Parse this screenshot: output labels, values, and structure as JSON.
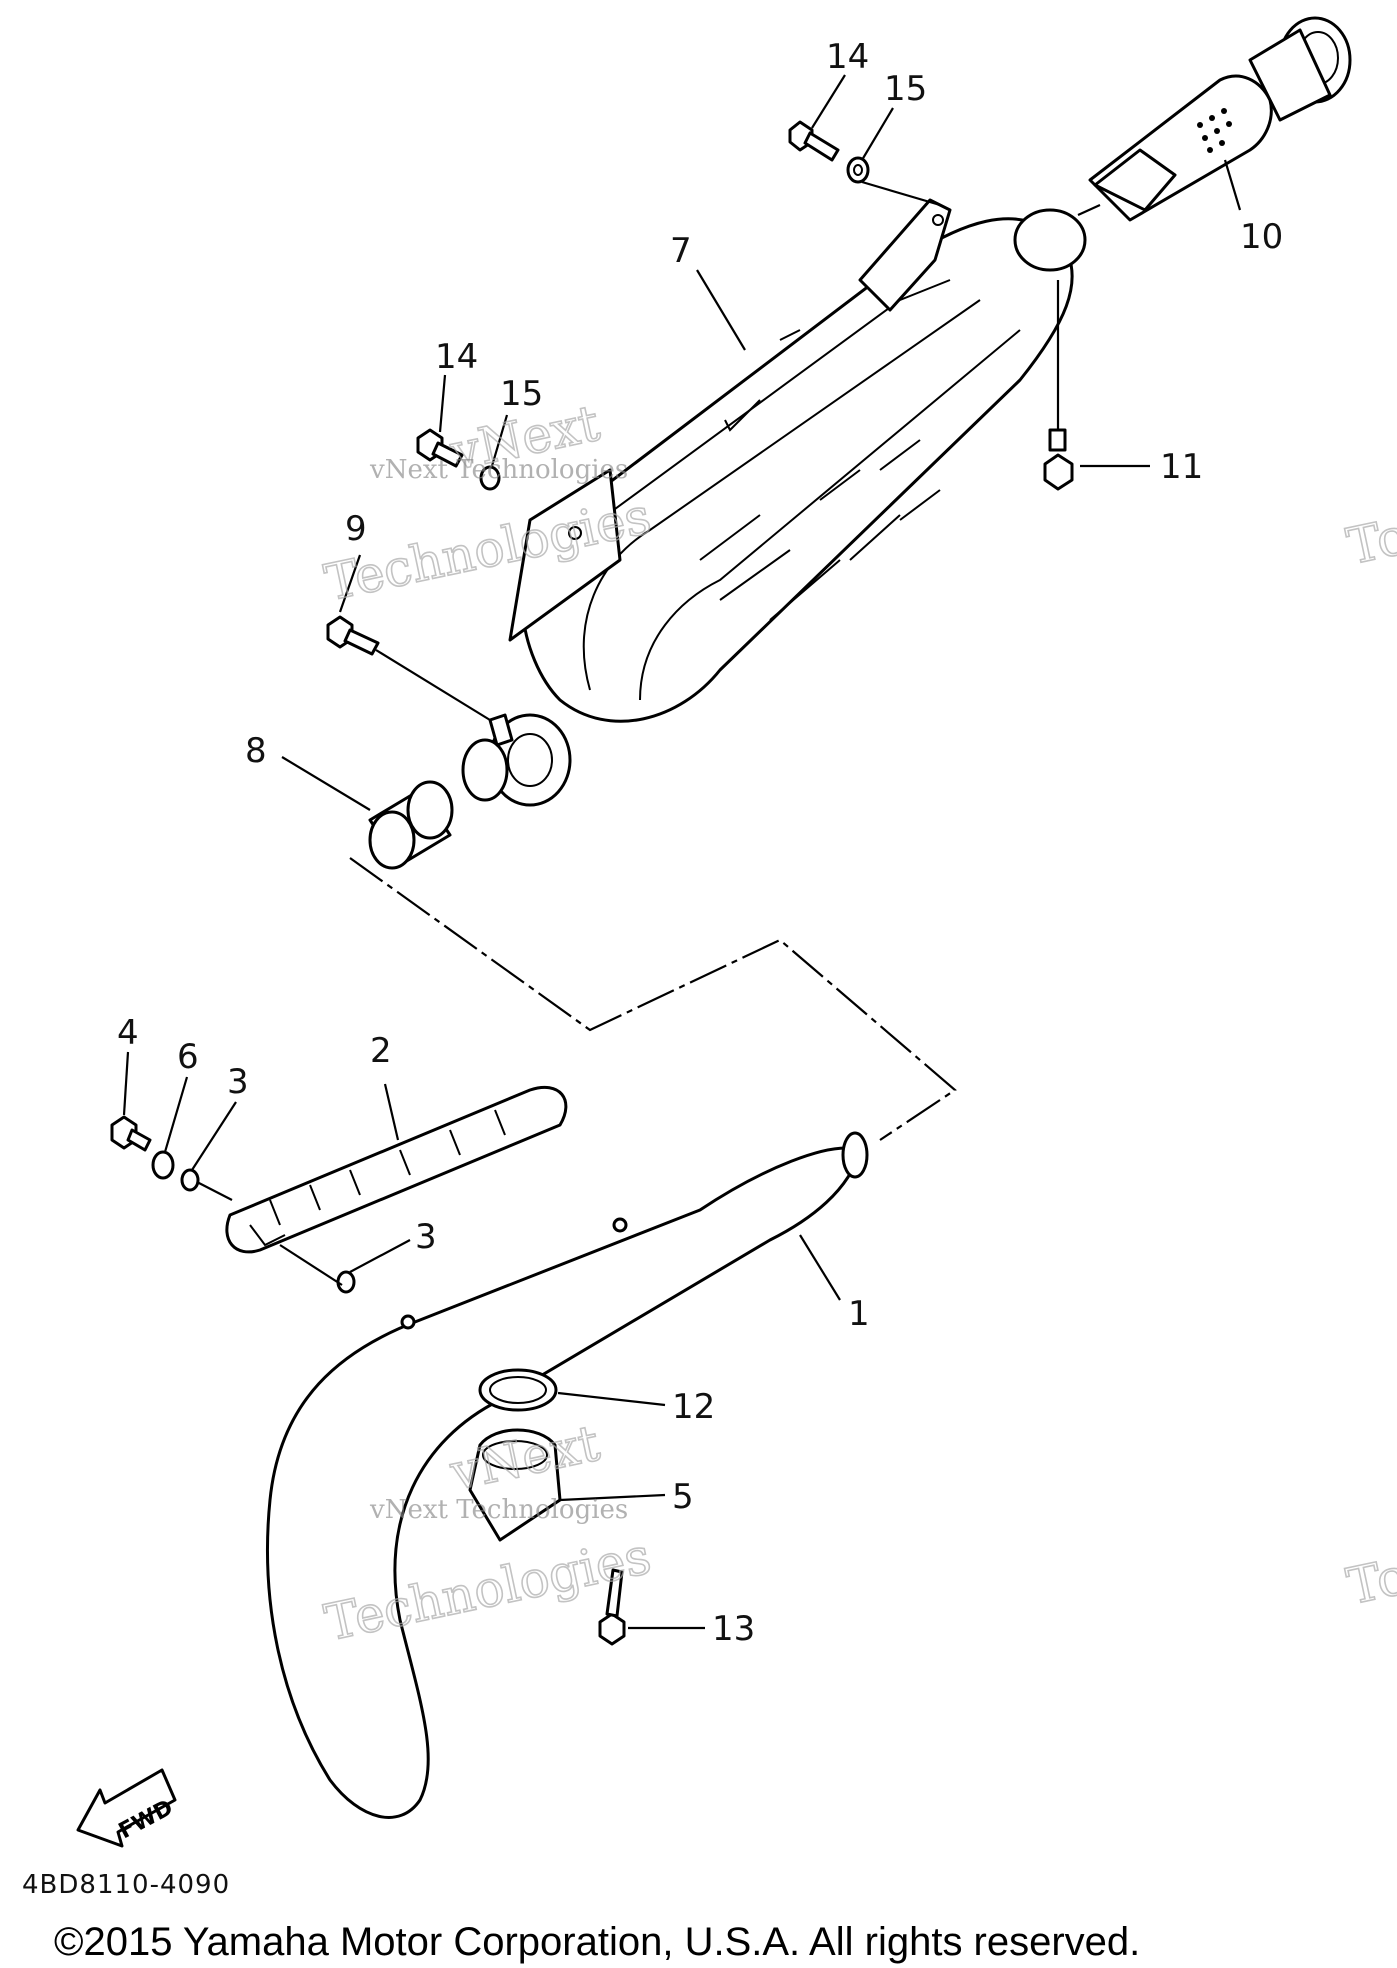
{
  "diagram": {
    "callouts": [
      "14",
      "15",
      "7",
      "10",
      "14",
      "15",
      "11",
      "9",
      "8",
      "4",
      "6",
      "2",
      "3",
      "3",
      "1",
      "12",
      "5",
      "13"
    ],
    "fwd_label": "FWD",
    "drawing_code": "4BD8110-4090",
    "watermarks": [
      "vNext",
      "Technologies",
      "vNext Technologies",
      "Tc"
    ],
    "copyright": "©2015 Yamaha Motor Corporation, U.S.A. All rights reserved."
  }
}
